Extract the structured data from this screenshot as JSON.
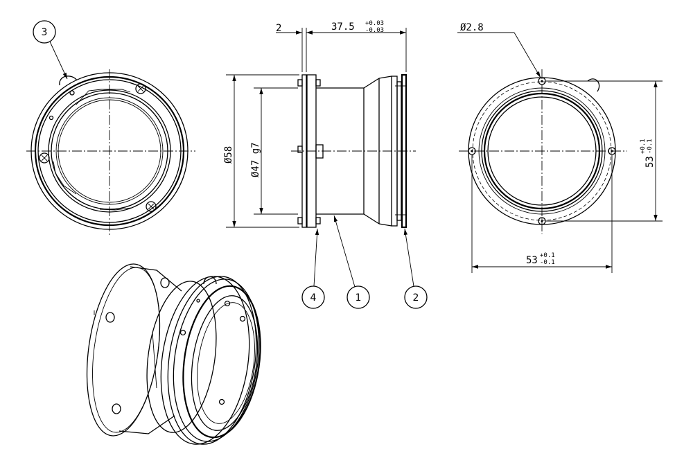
{
  "balloons": {
    "b3": "3",
    "b4": "4",
    "b1": "1",
    "b2": "2"
  },
  "dims": {
    "flange_thickness": "2",
    "length_nominal": "37.5",
    "length_tol_upper": "+0.03",
    "length_tol_lower": "-0.03",
    "outer_diameter": "Ø58",
    "fit_diameter": "Ø47 g7",
    "hole_diameter": "Ø2.8",
    "pitch_vertical": "53",
    "pitch_horizontal": "53",
    "pitch_tol_upper": "+0.1",
    "pitch_tol_lower": "-0.1"
  }
}
